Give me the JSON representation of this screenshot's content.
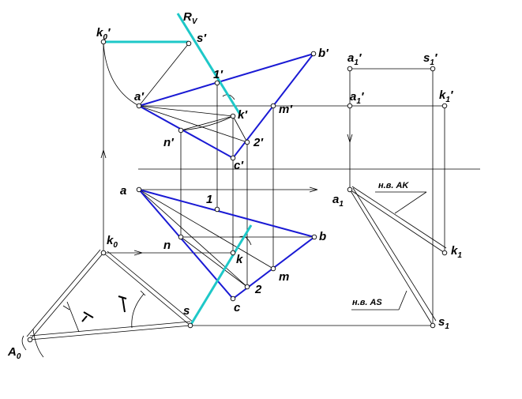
{
  "labels": {
    "Rv": "R",
    "Rv_sub": "V",
    "k0p": "k",
    "k0p_sub": "0",
    "k0p_prime": "′",
    "sp": "s′",
    "bp": "b′",
    "onep": "1′",
    "ap": "a′",
    "kp": "k′",
    "mp": "m′",
    "np": "n′",
    "twop": "2′",
    "cp": "c′",
    "a": "a",
    "one": "1",
    "b": "b",
    "n": "n",
    "k": "k",
    "m": "m",
    "two": "2",
    "c": "c",
    "s": "s",
    "k0": "k",
    "k0_sub": "0",
    "A0": "A",
    "A0_sub": "0",
    "a1p_top": "a",
    "a1p_top_sub": "1",
    "a1p_top_prime": "′",
    "s1p": "s",
    "s1p_sub": "1",
    "s1p_prime": "′",
    "a1p_mid": "a",
    "a1p_mid_sub": "1",
    "a1p_mid_prime": "′",
    "k1p": "k",
    "k1p_sub": "1",
    "k1p_prime": "′",
    "a1": "a",
    "a1_sub": "1",
    "k1": "k",
    "k1_sub": "1",
    "s1": "s",
    "s1_sub": "1",
    "nv_ak": "н.в. AK",
    "nv_as": "н.в. AS"
  },
  "colors": {
    "outline": "#1a1ad4",
    "trace": "#1ec8c8",
    "line": "#000000"
  }
}
